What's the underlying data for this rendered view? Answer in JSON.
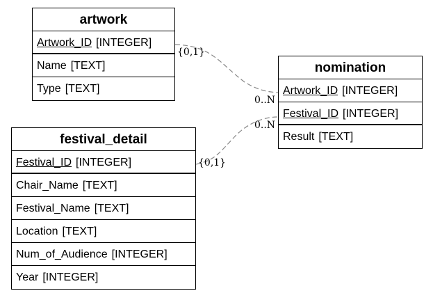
{
  "tables": {
    "artwork": {
      "name": "artwork",
      "fields": [
        {
          "name": "Artwork_ID",
          "type": "[INTEGER]",
          "pk": true
        },
        {
          "name": "Name",
          "type": "[TEXT]",
          "pk": false
        },
        {
          "name": "Type",
          "type": "[TEXT]",
          "pk": false
        }
      ]
    },
    "festival_detail": {
      "name": "festival_detail",
      "fields": [
        {
          "name": "Festival_ID",
          "type": "[INTEGER]",
          "pk": true
        },
        {
          "name": "Chair_Name",
          "type": "[TEXT]",
          "pk": false
        },
        {
          "name": "Festival_Name",
          "type": "[TEXT]",
          "pk": false
        },
        {
          "name": "Location",
          "type": "[TEXT]",
          "pk": false
        },
        {
          "name": "Num_of_Audience",
          "type": "[INTEGER]",
          "pk": false
        },
        {
          "name": "Year",
          "type": "[INTEGER]",
          "pk": false
        }
      ]
    },
    "nomination": {
      "name": "nomination",
      "fields": [
        {
          "name": "Artwork_ID",
          "type": "[INTEGER]",
          "pk": true
        },
        {
          "name": "Festival_ID",
          "type": "[INTEGER]",
          "pk": true
        },
        {
          "name": "Result",
          "type": "[TEXT]",
          "pk": false
        }
      ]
    }
  },
  "relations": [
    {
      "from": "artwork",
      "to": "nomination",
      "from_card": "{0,1}",
      "to_card": "0..N"
    },
    {
      "from": "festival_detail",
      "to": "nomination",
      "from_card": "{0,1}",
      "to_card": "0..N"
    }
  ]
}
